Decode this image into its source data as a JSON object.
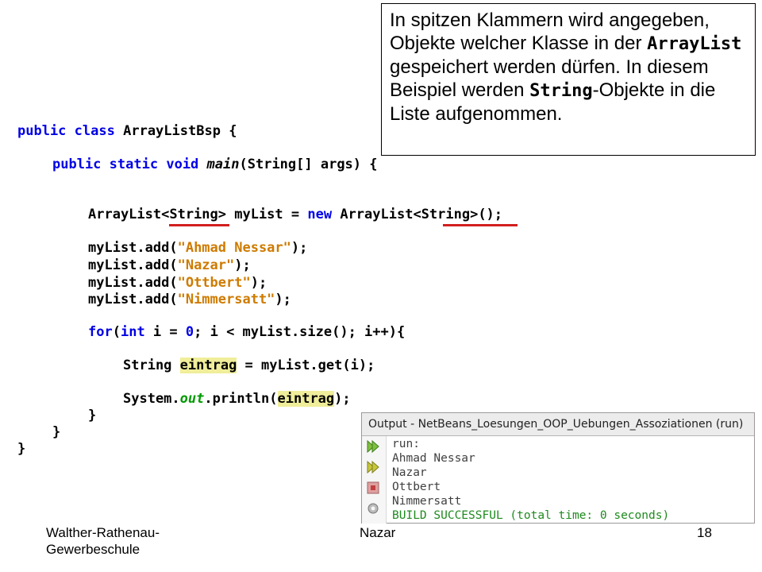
{
  "callout": {
    "part1": "In spitzen Klammern wird angegeben, Objekte welcher Klasse in der ",
    "code1": "ArrayList",
    "part2": " gespeichert werden dürfen. In diesem Beispiel werden ",
    "code2": "String",
    "part3": "-Objekte in die Liste aufgenommen."
  },
  "code": {
    "line1": {
      "kw1": "public",
      "kw2": "class",
      "name": "ArrayListBsp",
      "brace": "{"
    },
    "line2": {
      "kw1": "public",
      "kw2": "static",
      "kw3": "void",
      "method": "main",
      "params": "(String[] args) {"
    },
    "line3": {
      "type": "ArrayList<String>",
      "mid": " myList = ",
      "kw": "new",
      "ctor": "ArrayList<String>()",
      "end": ";"
    },
    "adds": [
      {
        "pre": "myList.add(",
        "value": "\"Ahmad Nessar\"",
        "post": ");"
      },
      {
        "pre": "myList.add(",
        "value": "\"Nazar\"",
        "post": ");"
      },
      {
        "pre": "myList.add(",
        "value": "\"Ottbert\"",
        "post": ");"
      },
      {
        "pre": "myList.add(",
        "value": "\"Nimmersatt\"",
        "post": ");"
      }
    ],
    "for": {
      "kw": "for",
      "p1": "(",
      "kw2": "int",
      "p2": " i = ",
      "zero": "0",
      "p3": "; i < myList.size(); i++){"
    },
    "decl": {
      "type": "String ",
      "var": "eintrag",
      "rest": " = myList.get(i);"
    },
    "print": {
      "pre": "System.",
      "out": "out",
      "mid": ".println(",
      "var": "eintrag",
      "end": ");"
    },
    "close1": "}",
    "close2": "}",
    "close3": "}"
  },
  "output": {
    "title": "Output - NetBeans_Loesungen_OOP_Uebungen_Assoziationen (run)",
    "lines": [
      "run:",
      "Ahmad Nessar",
      "Nazar",
      "Ottbert",
      "Nimmersatt"
    ],
    "build": "BUILD SUCCESSFUL (total time: 0 seconds)"
  },
  "footer": {
    "school_line1": "Walther-Rathenau-",
    "school_line2": "Gewerbeschule",
    "author": "Nazar",
    "page": "18"
  },
  "colors": {
    "keyword": "#0000e6",
    "string": "#ce7b00",
    "underline": "#d21f1f",
    "highlight": "#f0ee9a",
    "success": "#1e8a1e"
  }
}
